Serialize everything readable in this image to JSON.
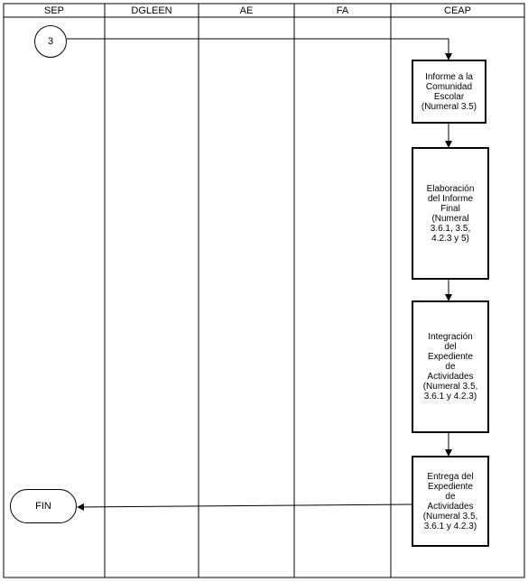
{
  "lanes": [
    "SEP",
    "DGLEEN",
    "AE",
    "FA",
    "CEAP"
  ],
  "connector": {
    "label": "3"
  },
  "terminal": {
    "label": "FIN"
  },
  "steps": [
    {
      "text": "Informe a la\nComunidad\nEscolar\n(Numeral 3.5)"
    },
    {
      "text": "Elaboración\ndel Informe\nFinal\n(Numeral\n3.6.1, 3.5,\n4.2.3 y 5)"
    },
    {
      "text": "Integración\ndel\nExpediente\nde\nActividades\n(Numeral 3.5,\n3.6.1 y 4.2.3)"
    },
    {
      "text": "Entrega del\nExpediente\nde\nActividades\n(Numeral 3.5,\n3.6.1 y 4.2.3)"
    }
  ]
}
